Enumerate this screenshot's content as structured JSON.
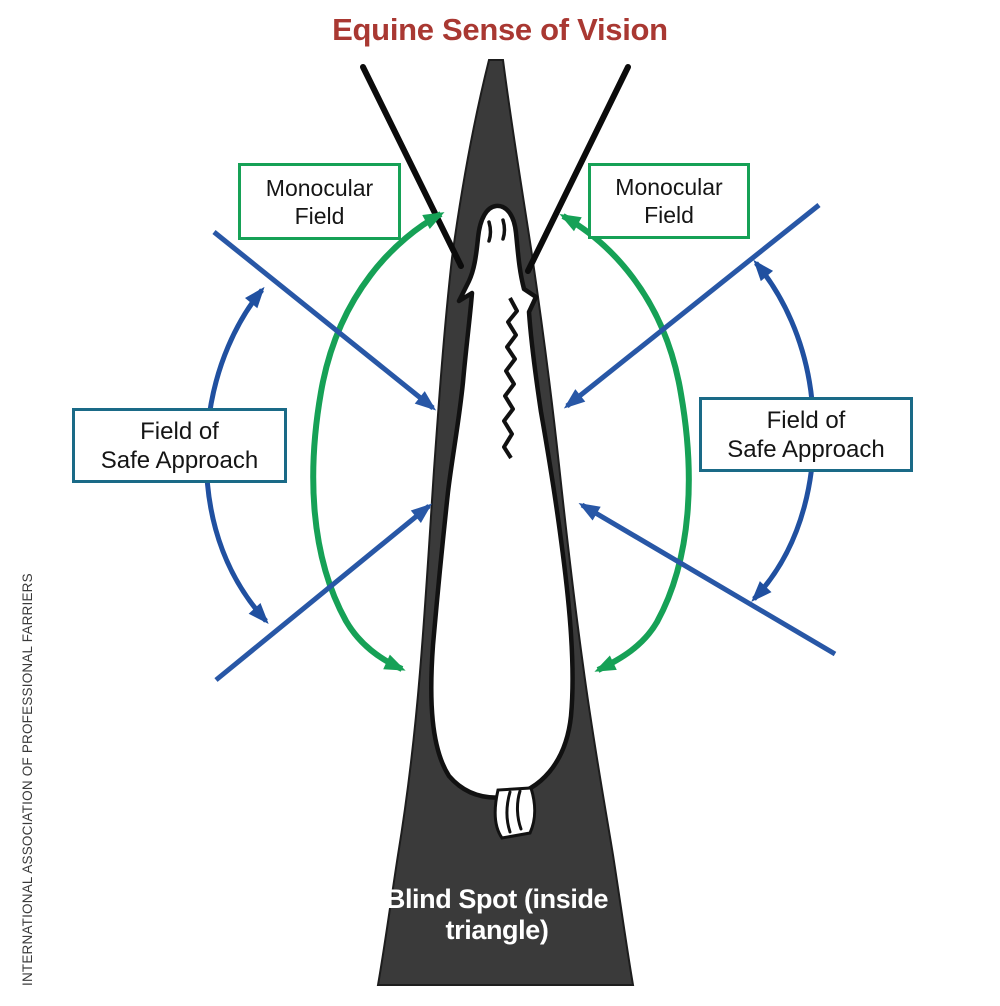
{
  "title": "Equine Sense of Vision",
  "watermark": "INTERNATIONAL ASSOCIATION OF PROFESSIONAL FARRIERS",
  "labels": {
    "monocular_left": {
      "line1": "Monocular",
      "line2": "Field"
    },
    "monocular_right": {
      "line1": "Monocular",
      "line2": "Field"
    },
    "safe_approach_left": {
      "line1": "Field of",
      "line2": "Safe Approach"
    },
    "safe_approach_right": {
      "line1": "Field of",
      "line2": "Safe Approach"
    },
    "blind_spot": {
      "line1": "Blind Spot",
      "line2": "(inside triangle)"
    }
  },
  "colors": {
    "title_red": "#A93832",
    "monocular_green": "#16A156",
    "safe_approach_box_blue": "#1A6A87",
    "arrow_blue": "#2857A6",
    "arc_blue": "#2050A0",
    "blind_spot_gray": "#3A3A3A",
    "background": "#FFFFFF"
  }
}
